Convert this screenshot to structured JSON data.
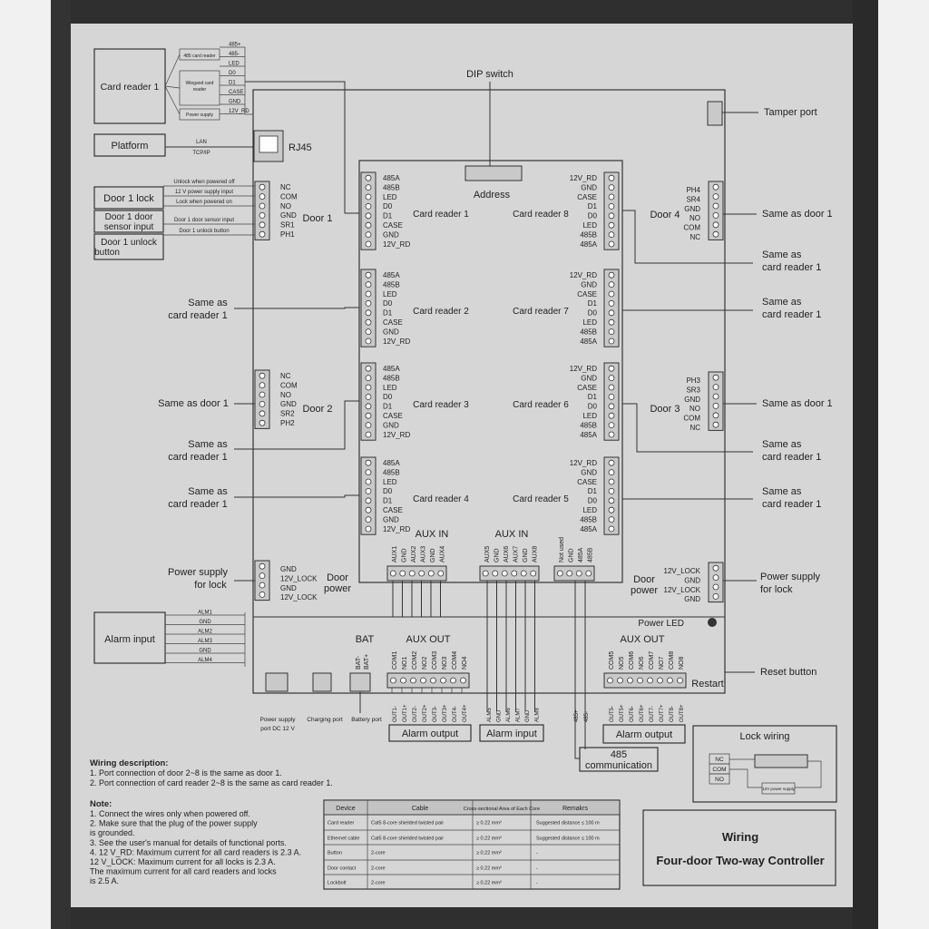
{
  "title": {
    "line1": "Wiring",
    "line2": "Four-door Two-way Controller"
  },
  "headers": {
    "dip": "DIP switch",
    "address": "Address",
    "tamper": "Tamper port",
    "rj45": "RJ45",
    "platform": "Platform",
    "lan": "LAN",
    "tcpip": "TCP/IP"
  },
  "cardreader_box": {
    "label": "Card reader 1",
    "sub485": "485 card reader",
    "subwieg1": "Wiegand card",
    "subwieg2": "reader",
    "subpower": "Power supply",
    "pins": [
      "485+",
      "485-",
      "LED",
      "D0",
      "D1",
      "CASE",
      "GND",
      "12V_RD"
    ]
  },
  "door1_left": {
    "lock": "Door 1 lock",
    "sensor1": "Door 1 door",
    "sensor2": "sensor input",
    "button1": "Door 1 unlock",
    "button2": "button",
    "w_unlock_off": "Unlock when powered off",
    "w_12v": "12 V power supply input",
    "w_lock_on": "Lock when powered on",
    "w_sensor": "Door 1 door sensor input",
    "w_btn": "Door 1 unlock button"
  },
  "door_pins_left": [
    "NC",
    "COM",
    "NO",
    "GND",
    "SR1",
    "PH1"
  ],
  "door2_pins": [
    "NC",
    "COM",
    "NO",
    "GND",
    "SR2",
    "PH2"
  ],
  "door4_pins": [
    "PH4",
    "SR4",
    "GND",
    "NO",
    "COM",
    "NC"
  ],
  "door3_pins": [
    "PH3",
    "SR3",
    "GND",
    "NO",
    "COM",
    "NC"
  ],
  "door_labels": {
    "d1": "Door 1",
    "d2": "Door 2",
    "d3": "Door 3",
    "d4": "Door 4"
  },
  "reader_pins_left": [
    "485A",
    "485B",
    "LED",
    "D0",
    "D1",
    "CASE",
    "GND",
    "12V_RD"
  ],
  "reader_pins_right": [
    "12V_RD",
    "GND",
    "CASE",
    "D1",
    "D0",
    "LED",
    "485B",
    "485A"
  ],
  "readers": {
    "r1": "Card reader 1",
    "r2": "Card reader 2",
    "r3": "Card reader 3",
    "r4": "Card reader 4",
    "r5": "Card reader 5",
    "r6": "Card reader 6",
    "r7": "Card reader 7",
    "r8": "Card reader 8"
  },
  "same_as": {
    "cr1a": "Same as",
    "cr1b": "card reader 1",
    "door1": "Same as door 1"
  },
  "power_lock": {
    "l1": "Power supply",
    "l2": "for lock",
    "door1": "Door",
    "door2": "power",
    "pins_left": [
      "GND",
      "12V_LOCK",
      "GND",
      "12V_LOCK"
    ],
    "pins_right": [
      "12V_LOCK",
      "GND",
      "12V_LOCK",
      "GND"
    ]
  },
  "aux_in": {
    "label": "AUX IN",
    "pins1": [
      "AUX1",
      "GND",
      "AUX2",
      "AUX3",
      "GND",
      "AUX4"
    ],
    "pins2": [
      "AUX5",
      "GND",
      "AUX6",
      "AUX7",
      "GND",
      "AUX8"
    ],
    "pins3": [
      "Not used",
      "GND",
      "485A",
      "485B"
    ]
  },
  "alarm_input": {
    "label": "Alarm input",
    "wires": [
      "ALM1",
      "GND",
      "ALM2",
      "ALM3",
      "GND",
      "ALM4"
    ]
  },
  "bottom": {
    "bat": "BAT",
    "bat_pins": [
      "BAT-",
      "BAT+"
    ],
    "aux_out": "AUX OUT",
    "aux_out_pins1": [
      "COM1",
      "NO1",
      "COM2",
      "NO2",
      "COM3",
      "NO3",
      "COM4",
      "NO4"
    ],
    "aux_out_pins2": [
      "COM5",
      "NO5",
      "COM6",
      "NO6",
      "COM7",
      "NO7",
      "COM8",
      "NO8"
    ],
    "power_led": "Power LED",
    "restart": "Restart",
    "reset": "Reset button",
    "ps1": "Power supply",
    "ps2": "port DC 12 V",
    "charging": "Charging port",
    "battery": "Battery port",
    "out1": [
      "OUT1-",
      "OUT1+",
      "OUT2-",
      "OUT2+",
      "OUT3-",
      "OUT3+",
      "OUT4-",
      "OUT4+"
    ],
    "out2": [
      "OUT5-",
      "OUT5+",
      "OUT6-",
      "OUT6+",
      "OUT7-",
      "OUT7+",
      "OUT8-",
      "OUT8+"
    ],
    "alm_pins": [
      "ALM5",
      "GND",
      "ALM6",
      "ALM7",
      "GND",
      "ALM8"
    ],
    "alarm_output": "Alarm output",
    "alarm_input": "Alarm input",
    "c485a": "485",
    "c485b": "communication",
    "p485": [
      "485+",
      "485-"
    ]
  },
  "lock_wiring": {
    "title": "Lock wiring",
    "pins": [
      "NC",
      "COM",
      "NO"
    ],
    "psu": "12V power supply"
  },
  "wiring_desc": {
    "heading": "Wiring description:",
    "l1": "1. Port connection of door 2~8 is the same as door 1.",
    "l2": "2. Port connection of card reader 2~8 is the same as card reader 1."
  },
  "notes": {
    "heading": "Note:",
    "lines": [
      "1. Connect the wires only when powered off.",
      "2. Make sure that the plug of the power supply",
      "    is grounded.",
      "3. See the user's manual for details of functional ports.",
      "4. 12 V_RD: Maximum current for all card readers is 2.3 A.",
      "    12 V_LOCK: Maximum current for all locks is 2.3 A.",
      "    The maximum current for all card readers and locks",
      "    is 2.5 A."
    ]
  },
  "table": {
    "headers": [
      "Device",
      "Cable",
      "Cross-sectional Area of Each Core",
      "Remakrs"
    ],
    "rows": [
      [
        "Card reader",
        "Cat5 8-core shielded twisted pair",
        "≥ 0.22 mm²",
        "Suggested distance ≤ 100 m"
      ],
      [
        "Ethernet cable",
        "Cat5 8-core shielded twisted pair",
        "≥ 0.22 mm²",
        "Suggested distance ≤ 100 m"
      ],
      [
        "Button",
        "2-core",
        "≥ 0.22 mm²",
        "-"
      ],
      [
        "Door contact",
        "2-core",
        "≥ 0.22 mm²",
        "-"
      ],
      [
        "Lockbolt",
        "2-core",
        "≥ 0.22 mm²",
        "-"
      ]
    ]
  }
}
